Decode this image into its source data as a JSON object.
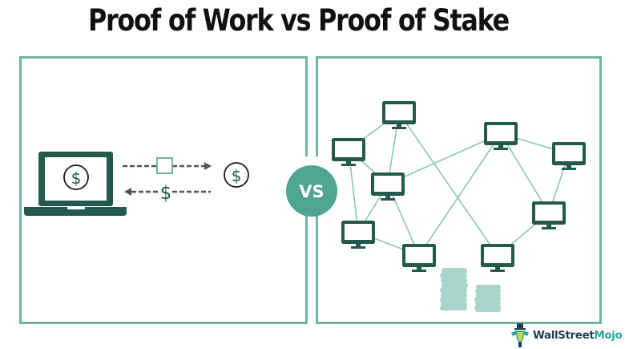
{
  "title": "Proof of Work vs Proof of Stake",
  "vs_label": "VS",
  "left_panel": {
    "concept": "Proof of Work",
    "laptop_screen_symbol": "$",
    "transfer_symbol": "$",
    "receiver_symbol": "$",
    "icons": [
      "laptop-icon",
      "dollar-coin-icon",
      "block-icon",
      "arrow-right-icon",
      "arrow-left-icon"
    ]
  },
  "right_panel": {
    "concept": "Proof of Stake",
    "node_count": 9,
    "icons": [
      "monitor-icon",
      "coin-stack-icon"
    ],
    "coin_stacks": 2
  },
  "brand": {
    "name_part1": "WallStreet",
    "name_part2": "Mojo",
    "icon": "mascot-icon"
  },
  "colors": {
    "panel_border": "#6fb4a5",
    "icon_dark_green": "#235a4c",
    "vs_circle": "#4fa592",
    "network_line": "#8cc6b8",
    "coin": "#a8d5c9",
    "arrow": "#555555",
    "title": "#111111"
  }
}
